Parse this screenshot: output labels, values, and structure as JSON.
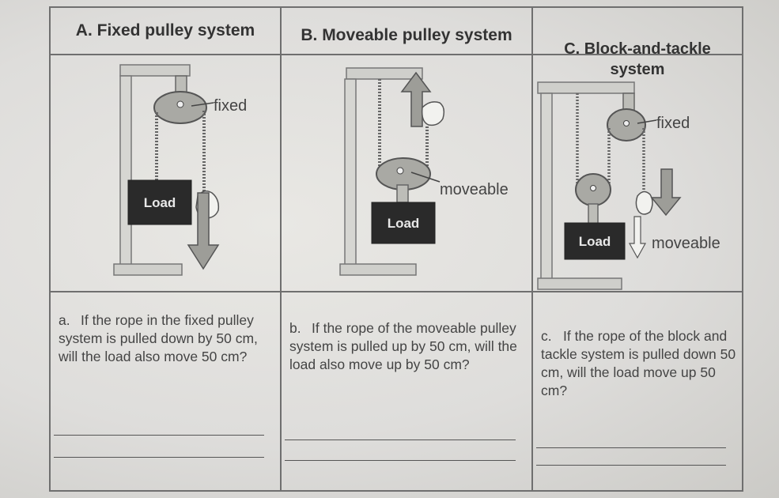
{
  "headers": {
    "a": "A. Fixed pulley system",
    "b": "B. Moveable pulley system",
    "c_line1": "C. Block-and-tackle",
    "c_line2": "system"
  },
  "figures": {
    "a": {
      "fixed_label": "fixed",
      "load_label": "Load"
    },
    "b": {
      "moveable_label": "moveable",
      "load_label": "Load"
    },
    "c": {
      "fixed_label": "fixed",
      "load_label": "Load",
      "moveable_label": "moveable"
    }
  },
  "questions": {
    "a": {
      "letter": "a.",
      "text": "If the rope in the fixed pulley system is pulled down by 50 cm, will the load also move 50 cm?"
    },
    "b": {
      "letter": "b.",
      "text": "If the rope of the moveable pulley system is pulled up by 50 cm, will the load also move up by 50 cm?"
    },
    "c": {
      "letter": "c.",
      "text": "If the rope of the block and tackle system is pulled down 50 cm, will the load move up 50 cm?"
    }
  }
}
